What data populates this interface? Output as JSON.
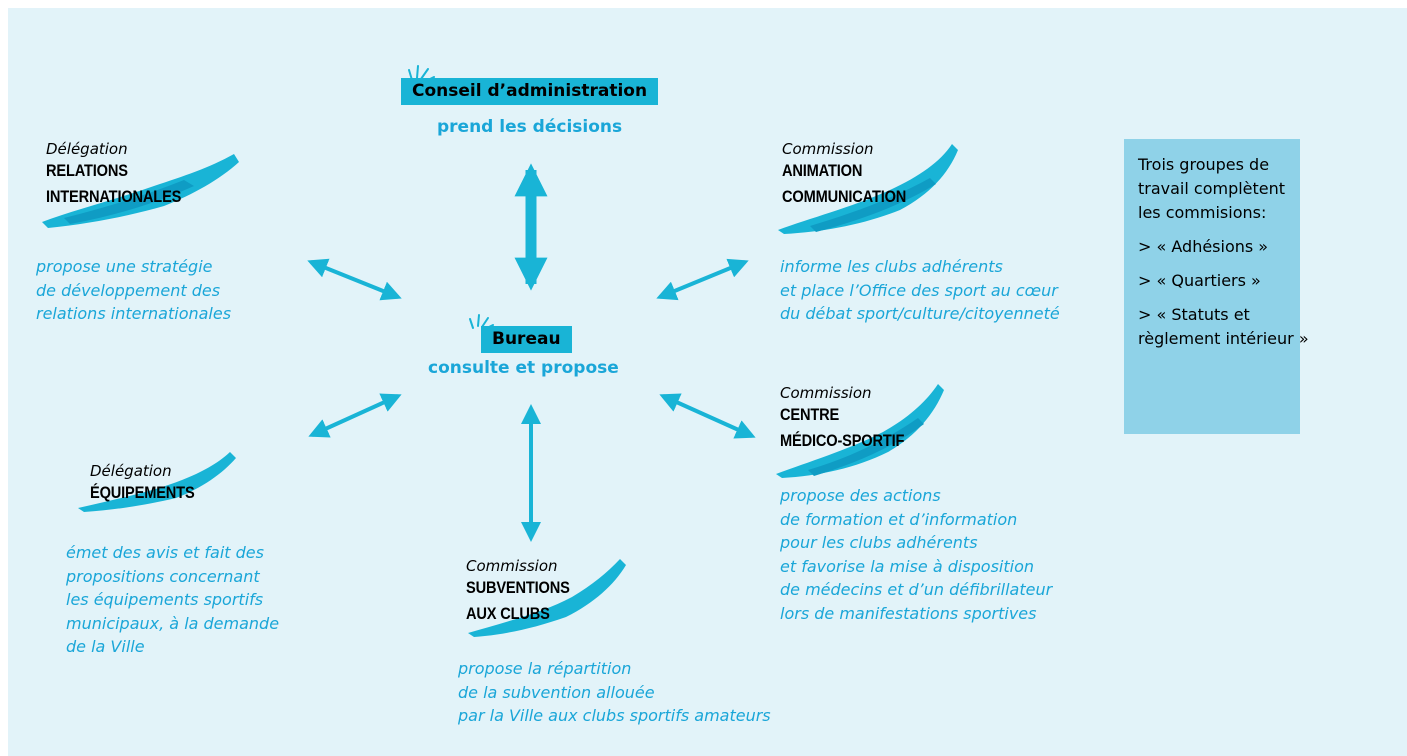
{
  "colors": {
    "background": "#e2f3f9",
    "accent": "#19b4d6",
    "text_accent": "#1aa6d8",
    "side_box": "#8fd2e8"
  },
  "center_top": {
    "title": "Conseil d’administration",
    "subtitle": "prend les décisions"
  },
  "center": {
    "title": "Bureau",
    "subtitle": "consulte et propose"
  },
  "nodes": {
    "relations": {
      "type": "Délégation",
      "name_lines": [
        "RELATIONS",
        "INTERNATIONALES"
      ],
      "desc_lines": [
        "propose une stratégie",
        "de développement des",
        "relations internationales"
      ]
    },
    "animation": {
      "type": "Commission",
      "name_lines": [
        "ANIMATION",
        "COMMUNICATION"
      ],
      "desc_lines": [
        "informe les clubs adhérents",
        "et place l’Office des sport au cœur",
        "du débat sport/culture/citoyenneté"
      ]
    },
    "equipements": {
      "type": "Délégation",
      "name_lines": [
        "ÉQUIPEMENTS"
      ],
      "desc_lines": [
        "émet des avis et fait des",
        "propositions concernant",
        "les équipements sportifs",
        "municipaux, à la demande",
        "de la Ville"
      ]
    },
    "subventions": {
      "type": "Commission",
      "name_lines": [
        "SUBVENTIONS",
        "AUX CLUBS"
      ],
      "desc_lines": [
        "propose la répartition",
        "de la subvention allouée",
        "par la Ville aux clubs sportifs amateurs"
      ]
    },
    "medico": {
      "type": "Commission",
      "name_lines": [
        "CENTRE",
        "MÉDICO-SPORTIF"
      ],
      "desc_lines": [
        "propose des actions",
        "de formation et d’information",
        "pour les clubs adhérents",
        "et favorise la mise à disposition",
        "de médecins et d’un défibrillateur",
        "lors de manifestations sportives"
      ]
    }
  },
  "side_box": {
    "intro_lines": [
      "Trois groupes de",
      "travail complètent",
      "les commisions:"
    ],
    "items": [
      "> « Adhésions »",
      "> « Quartiers »"
    ],
    "last_lines": [
      "> « Statuts et",
      "règlement intérieur »"
    ]
  }
}
